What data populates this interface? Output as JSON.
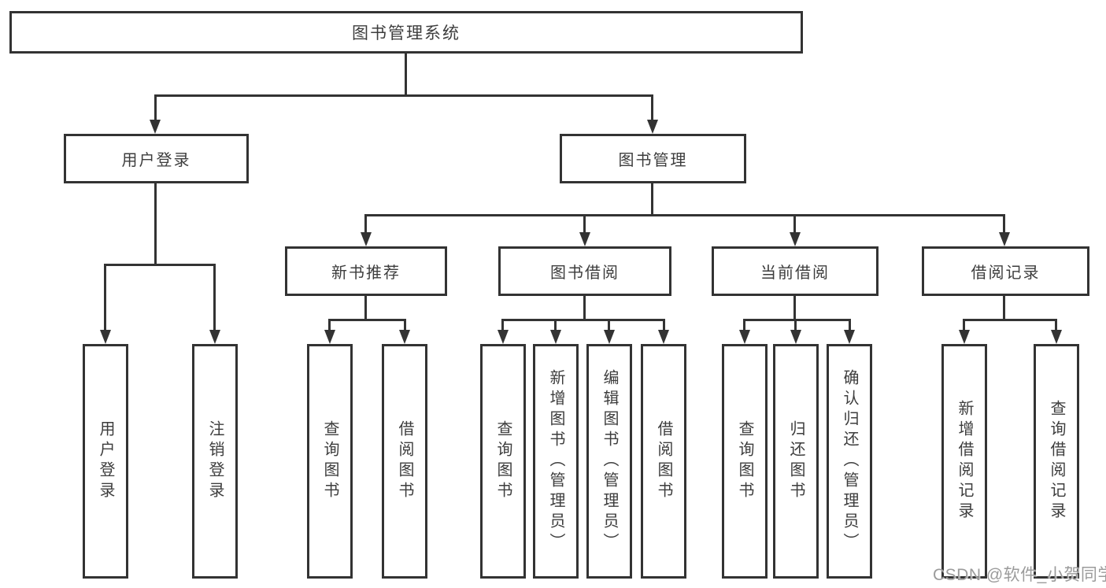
{
  "diagram": {
    "root": {
      "label": "图书管理系统"
    },
    "branches": [
      {
        "label": "用户登录",
        "children": [
          {
            "label": "用户登录"
          },
          {
            "label": "注销登录"
          }
        ]
      },
      {
        "label": "图书管理",
        "children": [
          {
            "label": "新书推荐",
            "children": [
              {
                "label": "查询图书"
              },
              {
                "label": "借阅图书"
              }
            ]
          },
          {
            "label": "图书借阅",
            "children": [
              {
                "label": "查询图书"
              },
              {
                "label": "新增图书（管理员）"
              },
              {
                "label": "编辑图书（管理员）"
              },
              {
                "label": "借阅图书"
              }
            ]
          },
          {
            "label": "当前借阅",
            "children": [
              {
                "label": "查询图书"
              },
              {
                "label": "归还图书"
              },
              {
                "label": "确认归还（管理员）"
              }
            ]
          },
          {
            "label": "借阅记录",
            "children": [
              {
                "label": "新增借阅记录"
              },
              {
                "label": "查询借阅记录"
              }
            ]
          }
        ]
      }
    ]
  },
  "colors": {
    "line": "#333333",
    "text": "#3d3d3d",
    "watermark": "#9b9b9b",
    "background": "#ffffff"
  },
  "watermark": {
    "text": "CSDN @软件_小贺同学"
  }
}
